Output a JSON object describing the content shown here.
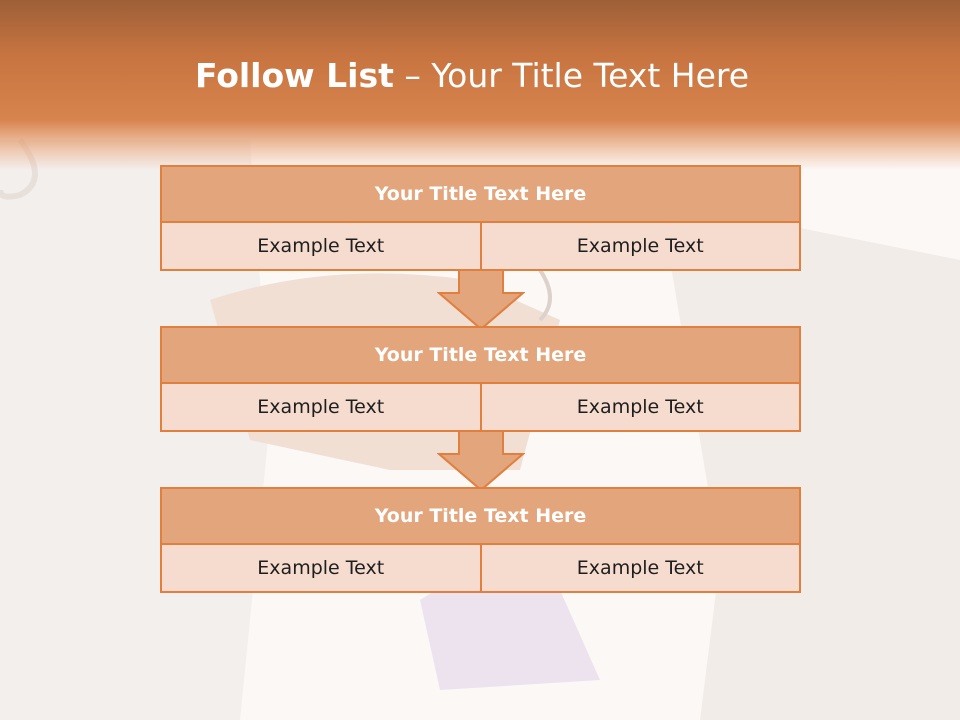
{
  "slide": {
    "title_bold": "Follow List",
    "title_rest": " – Your Title Text Here"
  },
  "blocks": [
    {
      "title": "Your Title Text Here",
      "left": "Example Text",
      "right": "Example Text"
    },
    {
      "title": "Your Title Text Here",
      "left": "Example Text",
      "right": "Example Text"
    },
    {
      "title": "Your Title Text Here",
      "left": "Example Text",
      "right": "Example Text"
    }
  ],
  "colors": {
    "accent": "#e07f3e",
    "header_fill": "#e3a57c",
    "cell_fill": "#f6dccf",
    "title_band": "#c77440"
  }
}
